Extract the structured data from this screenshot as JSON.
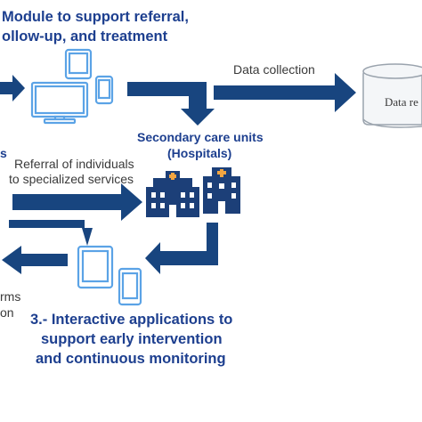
{
  "colors": {
    "arrow": "#18457f",
    "heading": "#1d3f8f",
    "device_outline": "#5ba3e6",
    "device_fill": "#ffffff",
    "hospital": "#1c3f78",
    "hospital_cross": "#f2a541",
    "cylinder_stroke": "#9aa3ad",
    "cylinder_fill": "#f4f6f8"
  },
  "icons": [
    "desktop-monitor-icon",
    "tablet-icon",
    "smartphone-icon",
    "hospital-icon",
    "database-cylinder-icon"
  ],
  "module2": {
    "title_line1": "Module to support referral,",
    "title_line2": "ollow-up, and treatment"
  },
  "data_collection_label": "Data collection",
  "database_label": "Data re",
  "secondary_care": {
    "line1": "Secondary care units",
    "line2": "(Hospitals)"
  },
  "left_fragment_s": "s",
  "referral": {
    "line1": "Referral of individuals",
    "line2": "to specialized services"
  },
  "left_fragment_rms": "rms",
  "left_fragment_on": "on",
  "module3": {
    "line1": "3.- Interactive applications to",
    "line2": "support early intervention",
    "line3": "and continuous monitoring"
  }
}
